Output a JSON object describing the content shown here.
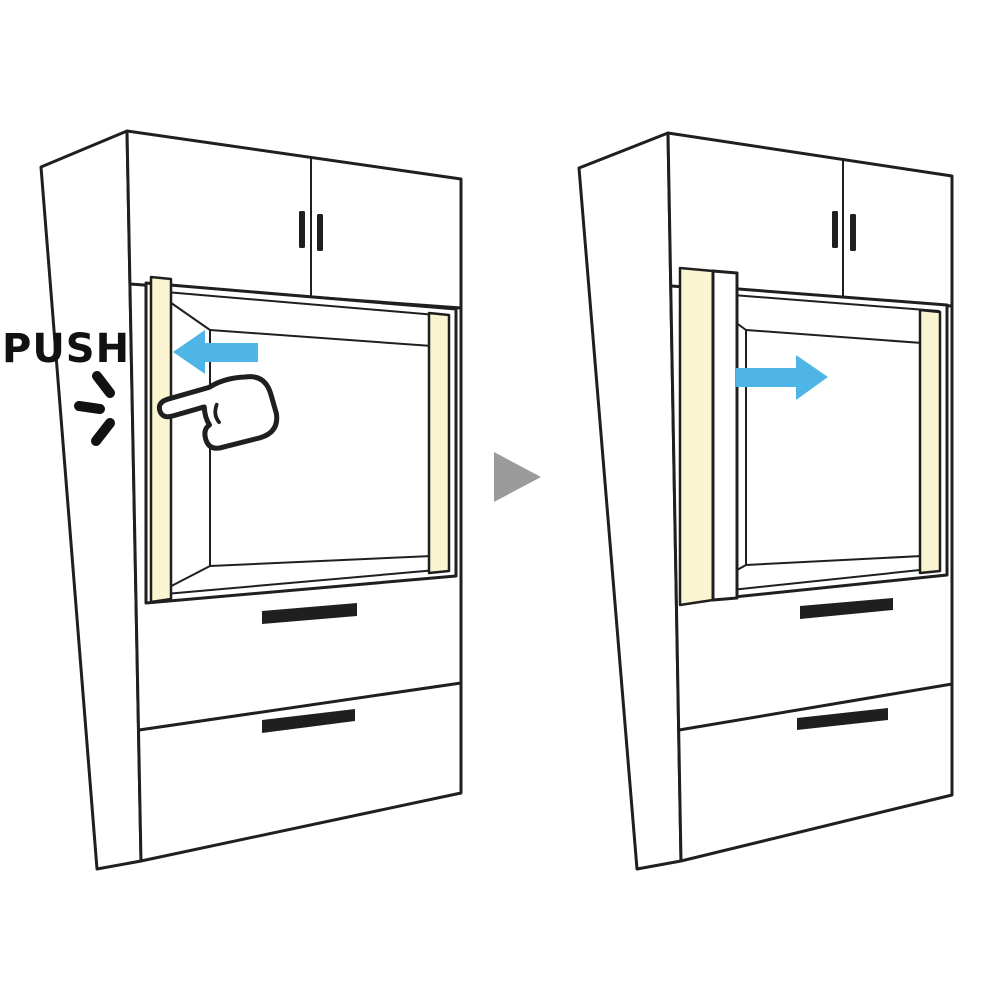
{
  "labels": {
    "push": "PUSH"
  },
  "colors": {
    "arrow_blue": "#4fb4e6",
    "panel_cream": "#faf4d1",
    "step_arrow_gray": "#9b9b9b",
    "outline": "#1f1f1f",
    "background": "#ffffff"
  },
  "steps": [
    {
      "id": "before",
      "description": "push-panel",
      "arrow_icon": "push-arrow-left-icon",
      "arrow_direction": "left",
      "extra_icons": [
        "hand-pointer-icon",
        "tap-emphasis-icon"
      ],
      "label": "PUSH"
    },
    {
      "id": "after",
      "description": "panel-slides-open",
      "arrow_icon": "push-arrow-right-icon",
      "arrow_direction": "right",
      "extra_icons": []
    }
  ],
  "transition": {
    "icon": "next-step-arrow-icon",
    "direction": "right"
  }
}
